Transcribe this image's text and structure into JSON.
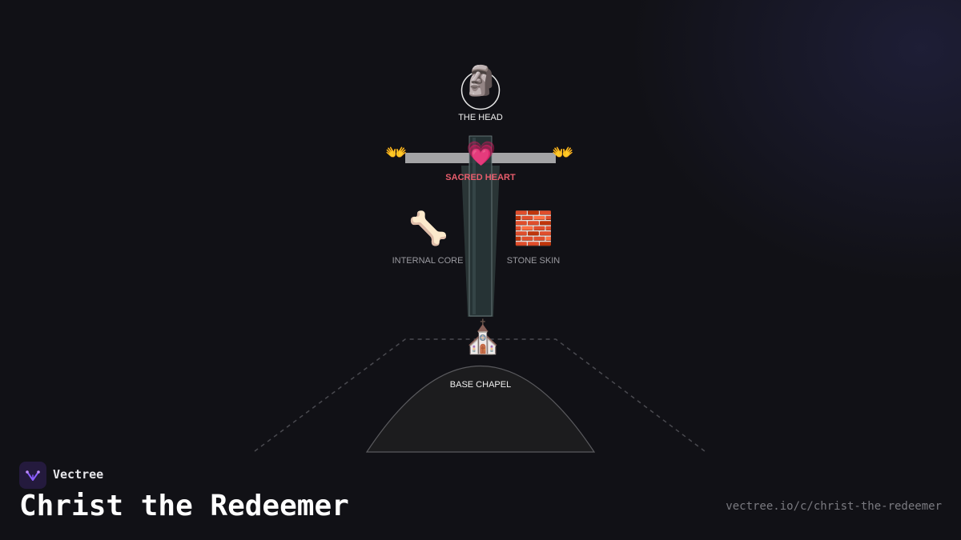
{
  "diagram": {
    "head": {
      "icon": "moai-icon",
      "glyph": "🗿",
      "label": "THE HEAD"
    },
    "heart": {
      "icon": "sparkling-heart-icon",
      "glyph": "💗",
      "label": "SACRED HEART",
      "color": "#e85d6c"
    },
    "left_hand": {
      "icon": "open-hands-icon",
      "glyph": "👐"
    },
    "right_hand": {
      "icon": "open-hands-icon",
      "glyph": "👐"
    },
    "core": {
      "icon": "bone-icon",
      "glyph": "🦴",
      "label": "INTERNAL CORE"
    },
    "skin": {
      "icon": "brick-icon",
      "glyph": "🧱",
      "label": "STONE SKIN"
    },
    "chapel": {
      "icon": "church-icon",
      "glyph": "⛪",
      "label": "BASE CHAPEL"
    }
  },
  "brand": {
    "name": "Vectree",
    "logo_icon": "vectree-logo-icon",
    "accent": "#7c4dff"
  },
  "title": "Christ the Redeemer",
  "url": "vectree.io/c/christ-the-redeemer"
}
